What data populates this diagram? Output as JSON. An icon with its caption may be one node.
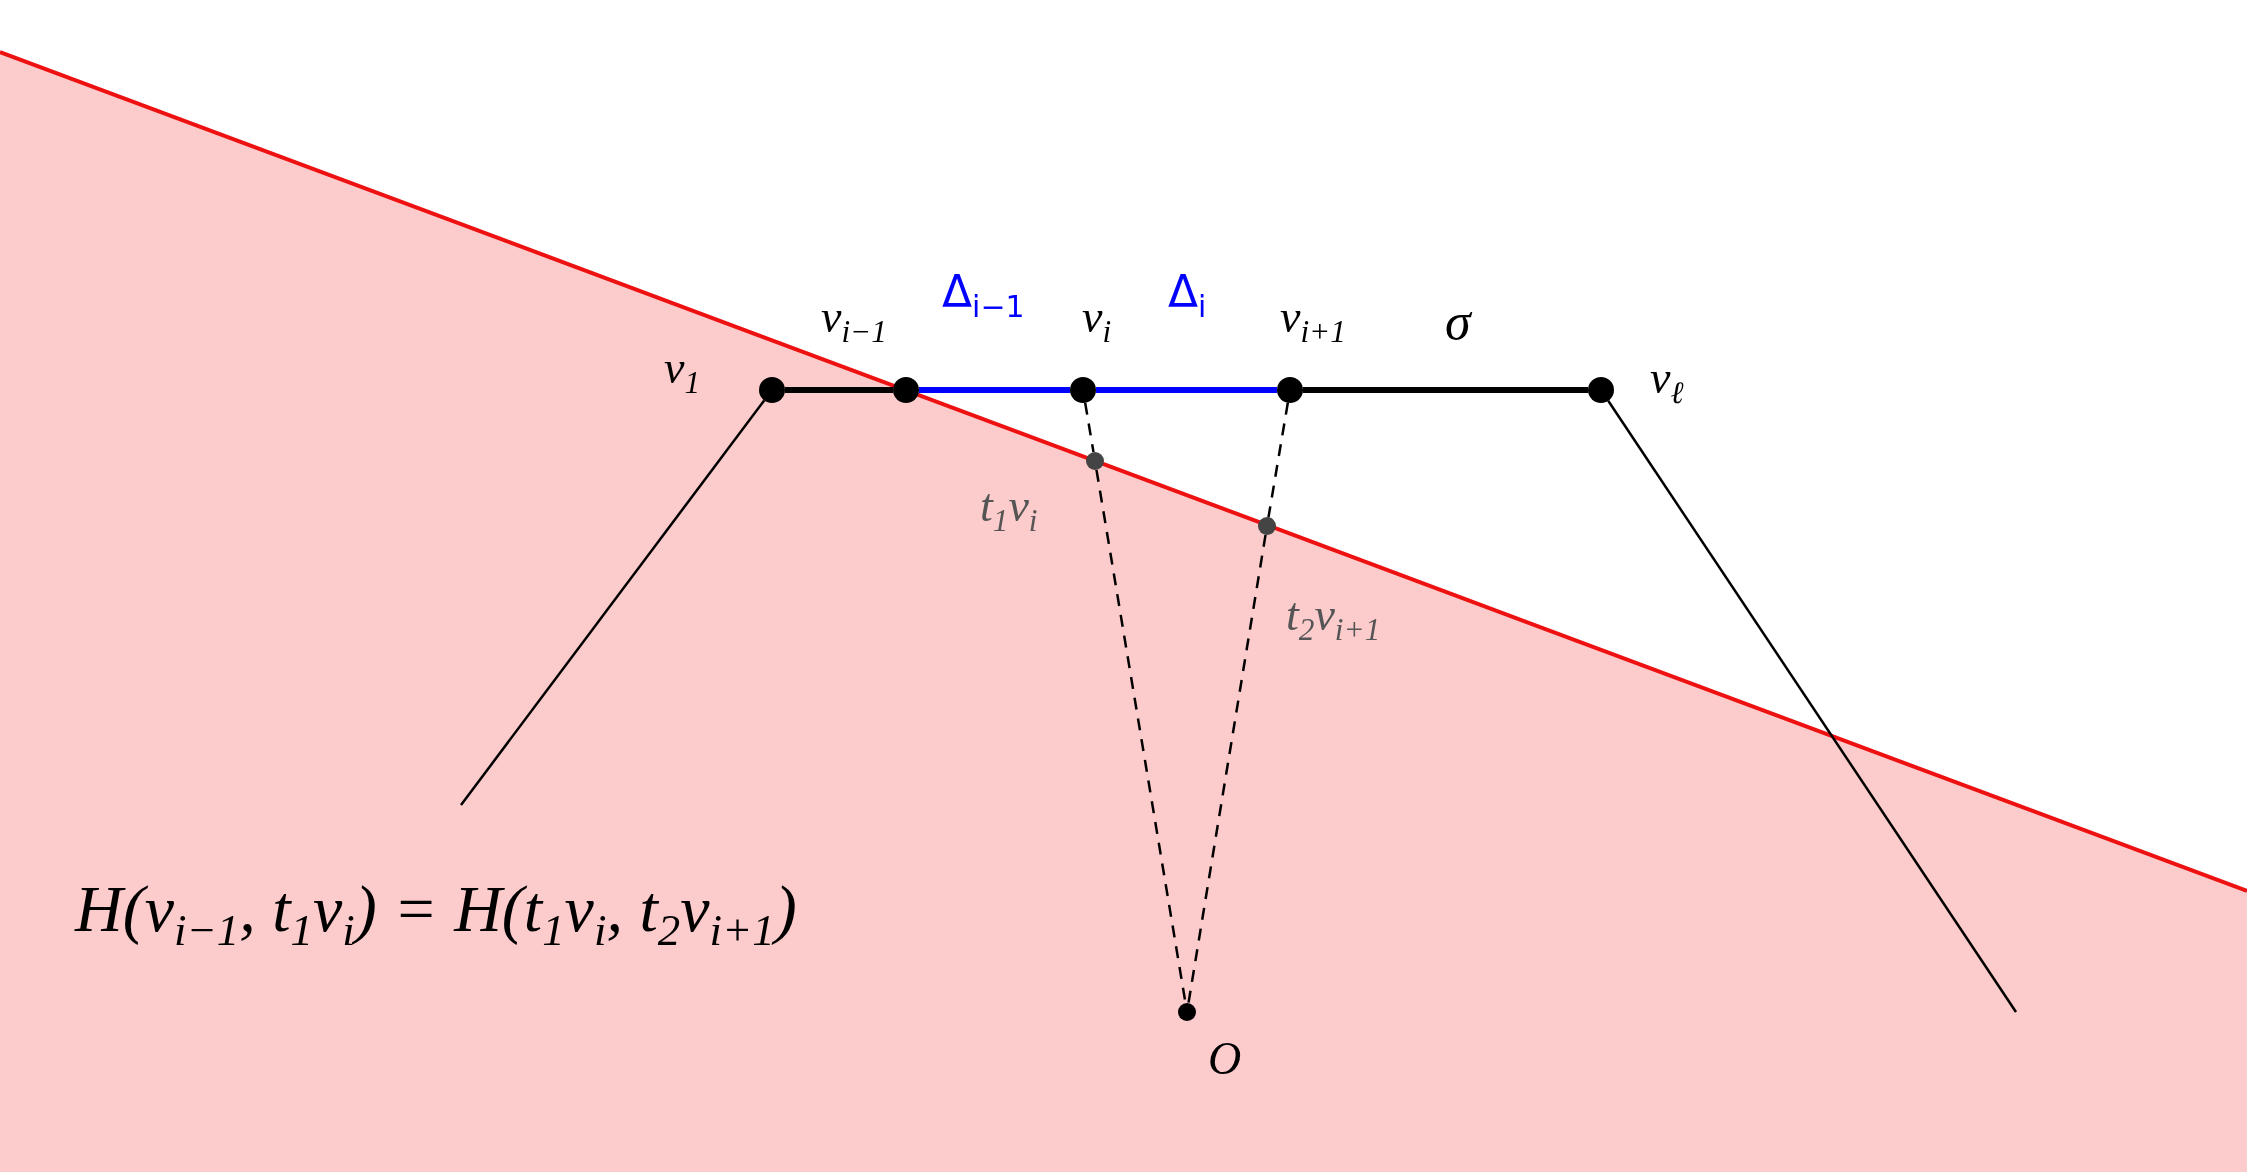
{
  "diagram": {
    "nodes": [
      {
        "text": [
          "v$_{1}$"
        ]
      },
      {
        "text": [
          "v$_{i−1}$"
        ]
      },
      {
        "text": [
          "v$_{i}$"
        ]
      },
      {
        "text": [
          "v$_{i+1}$"
        ]
      },
      {
        "text": [
          "v$_{ℓ}$"
        ]
      },
      {
        "text": [
          "t$_{1}$v$_{i}$"
        ]
      },
      {
        "text": [
          "t$_{2}$v$_{i+1}$"
        ]
      },
      {
        "text": [
          "O"
        ]
      }
    ],
    "edges": [
      {
        "from": 0,
        "to": 1,
        "arrow": "none",
        "style": "thick"
      },
      {
        "from": 1,
        "to": 2,
        "arrow": "none",
        "style": "thick",
        "color": "#0000ff",
        "label": "Δ$_{i−1}$"
      },
      {
        "from": 2,
        "to": 3,
        "arrow": "none",
        "style": "thick",
        "color": "#0000ff",
        "label": "Δ$_{i}$"
      },
      {
        "from": 3,
        "to": 4,
        "arrow": "none",
        "style": "thick"
      },
      {
        "from": 0,
        "to": null,
        "arrow": "none"
      },
      {
        "from": 4,
        "to": null,
        "arrow": "none"
      },
      {
        "from": 2,
        "to": 5,
        "arrow": "none",
        "style": "dashed"
      },
      {
        "from": 5,
        "to": 7,
        "arrow": "none",
        "style": "dashed"
      },
      {
        "from": 3,
        "to": 6,
        "arrow": "none",
        "style": "dashed"
      },
      {
        "from": 6,
        "to": 7,
        "arrow": "none",
        "style": "dashed"
      }
    ],
    "labels": [
      "σ",
      "H(v$_{i−1}$, t$_{1}$v$_{i}$) = H(t$_{1}$v$_{i}$, t$_{2}$v$_{i+1}$)"
    ]
  }
}
